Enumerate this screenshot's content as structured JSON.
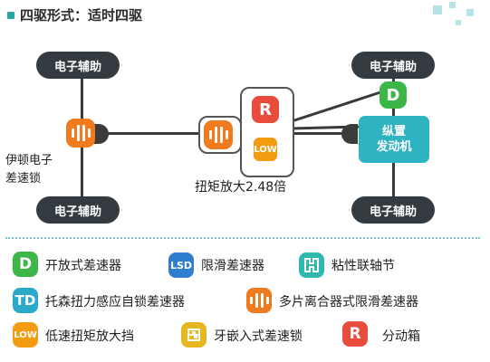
{
  "title": "四驱形式：适时四驱",
  "diagram": {
    "assist_label": "电子辅助",
    "left_clutch_label_1": "伊顿电子",
    "left_clutch_label_2": "差速锁",
    "gear_box_r": "R",
    "gear_box_low": "LOW",
    "torque_label": "扭矩放大2.48倍",
    "front_diff": "D",
    "engine_line1": "纵置",
    "engine_line2": "发动机"
  },
  "legend": [
    {
      "icon": "D",
      "icon_name": "open-diff-icon",
      "color": "#3db648",
      "label": "开放式差速器"
    },
    {
      "icon": "LSD",
      "icon_name": "lsd-icon",
      "color": "#2f7fd0",
      "label": "限滑差速器"
    },
    {
      "icon": "",
      "icon_name": "viscous-coupling-icon",
      "color": "#2eb8b0",
      "label": "粘性联轴节"
    },
    {
      "icon": "TD",
      "icon_name": "torsen-icon",
      "color": "#2aa9c8",
      "label": "托森扭力感应自锁差速器"
    },
    {
      "icon": "",
      "icon_name": "multi-plate-clutch-icon",
      "color": "#f07a1e",
      "label": "多片离合器式限滑差速器"
    },
    {
      "icon": "LOW",
      "icon_name": "low-range-icon",
      "color": "#f39c12",
      "label": "低速扭矩放大挡"
    },
    {
      "icon": "",
      "icon_name": "dog-clutch-icon",
      "color": "#e6b820",
      "label": "牙嵌入式差速锁"
    },
    {
      "icon": "R",
      "icon_name": "gearbox-icon",
      "color": "#e84c3d",
      "label": "分动箱"
    }
  ]
}
